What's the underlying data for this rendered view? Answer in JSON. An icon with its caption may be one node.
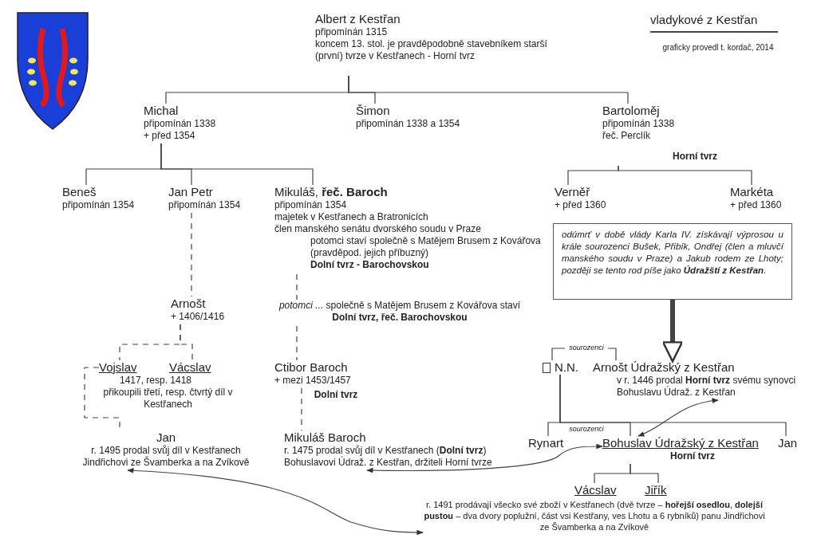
{
  "diagram": {
    "title": "vladykové z Kestřan",
    "nodes": [
      {
        "text": [
          "Albert z Kestřan",
          "připomínán 1315",
          "koncem 13. stol. je pravděpodobně stavebníkem starší (první) tvrze v Kestřanech - Horní tvrz"
        ]
      },
      {
        "text": [
          "Michal",
          "připomínán 1338",
          "+ před 1354"
        ]
      },
      {
        "text": [
          "Šimon",
          "připomínán 1338 a 1354"
        ]
      },
      {
        "text": [
          "Bartoloměj",
          "připomínán 1338",
          "řeč. Perclík",
          "Horní tvrz"
        ]
      },
      {
        "text": [
          "Beneš",
          "připomínán 1354"
        ]
      },
      {
        "text": [
          "Jan Petr",
          "připomínán 1354"
        ]
      },
      {
        "text": [
          "Mikuláš, **řeč. Baroch**",
          "připomínán 1354",
          "majetek v Kestřanech a Bratronicích",
          "člen manského senátu dvorského soudu v Praze",
          "potomci staví společně s Matějem Brusem z Kovářova (pravděpod. jejich příbuzný)",
          "Dolní tvrz - Barochovskou"
        ]
      },
      {
        "text": [
          "Verněř",
          "+ před 1360"
        ]
      },
      {
        "text": [
          "Markéta",
          "+ před 1360"
        ]
      },
      {
        "text": [
          "odúmrť v době vlády Karla IV. získávají výprosou u krále sourozenci Bušek, Přibík, Ondřej (člen a mluvčí manského soudu v Praze) a Jakub rodem ze Lhoty; později se tento rod píše jako **Údražští z Kestřan**."
        ]
      },
      {
        "text": [
          "Arnošt",
          "+ 1406/1416"
        ]
      },
      {
        "text": [
          "Vojslav"
        ]
      },
      {
        "text": [
          "Vácslav"
        ]
      },
      {
        "text": [
          "Ctibor Baroch",
          "+ mezi 1453/1457"
        ]
      },
      {
        "text": [
          "N.N."
        ]
      },
      {
        "text": [
          "Arnošt Údražský z Kestřan",
          "v r. 1446 prodal **Horní tvrz** svému synovci Bohuslavu Údraž. z Kestřan"
        ]
      },
      {
        "text": [
          "Jan",
          "r. 1495 prodal svůj díl v Kestřanech Jindřichovi ze Švamberka a na Zvíkově"
        ]
      },
      {
        "text": [
          "Mikuláš Baroch",
          "r. 1475 prodal svůj díl v Kestřanech (**Dolní tvrz**) Bohuslavovi Údraž. z Kestřan, držiteli Horní tvrze"
        ]
      },
      {
        "text": [
          "Rynart"
        ]
      },
      {
        "text": [
          "Bohuslav Údražský z Kestřan",
          "Horní tvrz"
        ]
      },
      {
        "text": [
          "Jan"
        ]
      },
      {
        "text": [
          "Vácslav"
        ]
      },
      {
        "text": [
          "Jiřík"
        ]
      },
      {
        "text": [
          "r. 1491 prodávají všecko své zboží v Kestřanech (dvě tvrze – **hořejší osedlou**, **dolejší pustou** – dva dvory poplužní, část vsi Kestřany, ves Lhotu a 6 rybníků) panu Jindřichovi ze Švamberka a na Zvíkově"
        ]
      }
    ],
    "edges": [
      {
        "from": 0,
        "to": 1,
        "arrow": "none"
      },
      {
        "from": 0,
        "to": 2,
        "arrow": "none"
      },
      {
        "from": 0,
        "to": 3,
        "arrow": "none"
      },
      {
        "from": 1,
        "to": 4,
        "arrow": "none"
      },
      {
        "from": 1,
        "to": 5,
        "arrow": "none"
      },
      {
        "from": 1,
        "to": 6,
        "arrow": "none"
      },
      {
        "from": 3,
        "to": 7,
        "arrow": "none"
      },
      {
        "from": 3,
        "to": 8,
        "arrow": "none"
      },
      {
        "from": 5,
        "to": 10,
        "arrow": "none",
        "style": "dashed"
      },
      {
        "from": 6,
        "to": 13,
        "arrow": "none",
        "style": "dashed",
        "label": "*potomci ...* společně s Matějem Brusem z Kovářova staví **Dolní tvrz, řeč. Barochovskou**"
      },
      {
        "from": 10,
        "to": 11,
        "arrow": "none",
        "style": "dashed"
      },
      {
        "from": 10,
        "to": 12,
        "arrow": "none",
        "style": "dashed"
      },
      {
        "from": 11,
        "to": 16,
        "arrow": "none",
        "style": "dashed"
      },
      {
        "from": 13,
        "to": 17,
        "arrow": "none",
        "style": "dashed",
        "label": "Dolní tvrz"
      },
      {
        "from": 9,
        "to": 15,
        "arrow": "to",
        "style": "thick"
      },
      {
        "from": 14,
        "to": 15,
        "arrow": "none",
        "label": "sourozenci"
      },
      {
        "from": 14,
        "to": 18,
        "arrow": "none",
        "label": "sourozenci"
      },
      {
        "from": 14,
        "to": 19,
        "arrow": "none"
      },
      {
        "from": 14,
        "to": 20,
        "arrow": "none"
      },
      {
        "from": 19,
        "to": 21,
        "arrow": "none"
      },
      {
        "from": 19,
        "to": 22,
        "arrow": "none"
      },
      {
        "from": 15,
        "to": 19,
        "arrow": "both"
      },
      {
        "from": 17,
        "to": 19,
        "arrow": "both"
      },
      {
        "from": 16,
        "to": 23,
        "arrow": "both"
      }
    ],
    "labels": [
      "graficky provedl t. kordač, 2014",
      "1417, resp. 1418",
      "přikoupili třetí, resp. čtvrtý díl v Kestřanech"
    ]
  }
}
